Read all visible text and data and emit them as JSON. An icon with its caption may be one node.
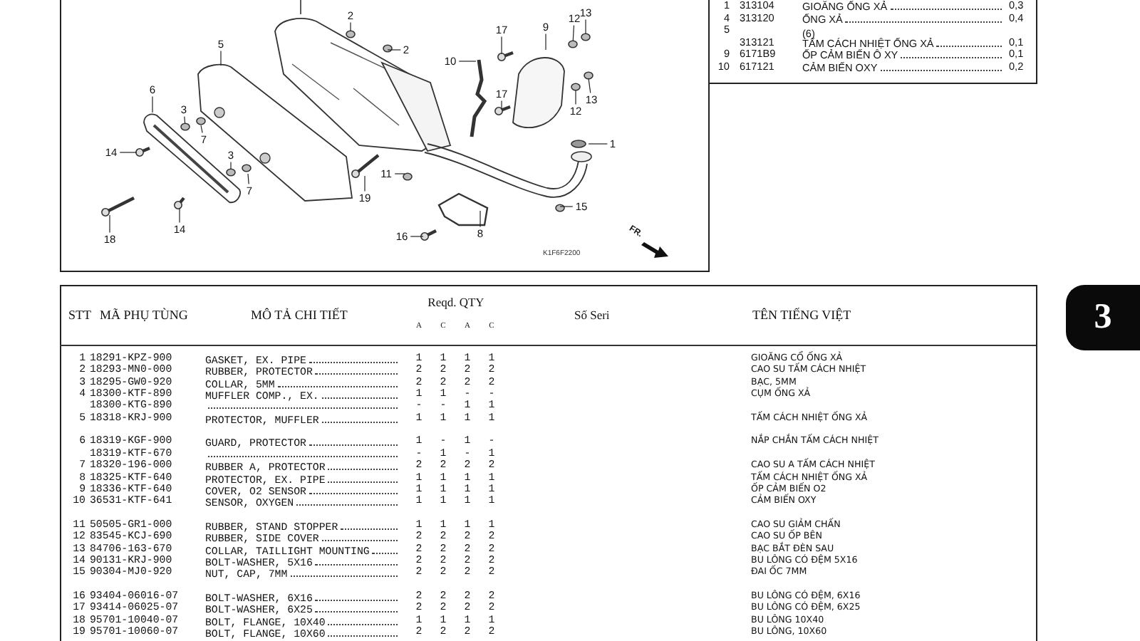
{
  "diagram": {
    "nodes": [
      {
        "text": [
          "2"
        ]
      },
      {
        "text": [
          "13"
        ]
      },
      {
        "text": [
          "12"
        ]
      },
      {
        "text": [
          "9"
        ]
      },
      {
        "text": [
          "17"
        ]
      },
      {
        "text": [
          "5"
        ]
      },
      {
        "text": [
          "2"
        ]
      },
      {
        "text": [
          "10"
        ]
      },
      {
        "text": [
          "6"
        ]
      },
      {
        "text": [
          "17"
        ]
      },
      {
        "text": [
          "13"
        ]
      },
      {
        "text": [
          "3"
        ]
      },
      {
        "text": [
          "12"
        ]
      },
      {
        "text": [
          "7"
        ]
      },
      {
        "text": [
          "1"
        ]
      },
      {
        "text": [
          "14"
        ]
      },
      {
        "text": [
          "3"
        ]
      },
      {
        "text": [
          "11"
        ]
      },
      {
        "text": [
          "7"
        ]
      },
      {
        "text": [
          "19"
        ]
      },
      {
        "text": [
          "15"
        ]
      },
      {
        "text": [
          "14"
        ]
      },
      {
        "text": [
          "8"
        ]
      },
      {
        "text": [
          "16"
        ]
      },
      {
        "text": [
          "18"
        ]
      },
      {
        "text": [
          "3"
        ]
      },
      {
        "text": [],
        "shape": "circle"
      },
      {
        "text": [],
        "shape": "circle"
      },
      {
        "text": [],
        "shape": "circle"
      },
      {
        "text": [],
        "shape": "circle"
      },
      {
        "text": [],
        "shape": "picture"
      },
      {
        "text": [],
        "shape": "circle"
      }
    ],
    "edges": [
      {
        "from": 0,
        "to": null,
        "arrow": "none"
      },
      {
        "from": 1,
        "to": 26,
        "arrow": "none"
      },
      {
        "from": 2,
        "to": 27,
        "arrow": "none"
      },
      {
        "from": 3,
        "to": null,
        "arrow": "none"
      },
      {
        "from": 4,
        "to": null,
        "arrow": "none"
      },
      {
        "from": 5,
        "to": null,
        "arrow": "none"
      },
      {
        "from": 6,
        "to": null,
        "arrow": "none"
      },
      {
        "from": 7,
        "to": null,
        "arrow": "none"
      },
      {
        "from": 8,
        "to": null,
        "arrow": "none"
      },
      {
        "from": 9,
        "to": null,
        "arrow": "none"
      },
      {
        "from": 10,
        "to": null,
        "arrow": "none"
      },
      {
        "from": 11,
        "to": 29,
        "arrow": "none"
      },
      {
        "from": 12,
        "to": 28,
        "arrow": "none"
      },
      {
        "from": 13,
        "to": null,
        "arrow": "none"
      },
      {
        "from": 14,
        "to": null,
        "arrow": "none"
      },
      {
        "from": 15,
        "to": null,
        "arrow": "none"
      },
      {
        "from": 16,
        "to": 31,
        "arrow": "none"
      },
      {
        "from": 17,
        "to": null,
        "arrow": "none"
      },
      {
        "from": 18,
        "to": null,
        "arrow": "none"
      },
      {
        "from": 19,
        "to": 30,
        "arrow": "none"
      },
      {
        "from": 20,
        "to": null,
        "arrow": "none"
      },
      {
        "from": 21,
        "to": null,
        "arrow": "none"
      },
      {
        "from": 22,
        "to": null,
        "arrow": "none"
      },
      {
        "from": 23,
        "to": null,
        "arrow": "none"
      },
      {
        "from": 24,
        "to": null,
        "arrow": "none"
      }
    ],
    "labels": [
      "1",
      "313104",
      "GIOĂNG ỐNG XẢ",
      "0,3",
      "4",
      "313120",
      "ỐNG XẢ",
      "0,4",
      "5",
      "(6)",
      "313121",
      "TẤM CÁCH NHIỆT ỐNG XẢ",
      "0,1",
      "9",
      "6171B9",
      "ỐP CẢM BIẾN Ô XY",
      "0,1",
      "10",
      "617121",
      "CẢM BIẾN OXY",
      "0,2",
      "K1F6F2200",
      "FR.",
      "STT",
      "MÃ PHỤ TÙNG",
      "MÔ TẢ CHI TIẾT",
      "Reqd. QTY",
      "A",
      "C",
      "A",
      "C",
      "Số Seri",
      "TÊN TIẾNG VIỆT",
      "1",
      "18291-KPZ-900",
      "GASKET, EX. PIPE",
      "1",
      "1",
      "1",
      "1",
      "GIOĂNG CỔ ỐNG XẢ",
      "2",
      "18293-MN0-000",
      "RUBBER, PROTECTOR",
      "2",
      "2",
      "2",
      "2",
      "CAO SU TẤM CÁCH NHIỆT",
      "3",
      "18295-GW0-920",
      "COLLAR, 5MM",
      "2",
      "2",
      "2",
      "2",
      "BẠC, 5MM",
      "4",
      "18300-KTF-890",
      "MUFFLER COMP., EX.",
      "1",
      "1",
      "-",
      "-",
      "CỤM ỐNG XẢ",
      "18300-KTG-890",
      "-",
      "-",
      "1",
      "1",
      "5",
      "18318-KRJ-900",
      "PROTECTOR, MUFFLER",
      "1",
      "1",
      "1",
      "1",
      "TẤM CÁCH NHIỆT ỐNG XẢ",
      "6",
      "18319-KGF-900",
      "GUARD, PROTECTOR",
      "1",
      "-",
      "1",
      "-",
      "NẮP CHẮN TẤM CÁCH NHIỆT",
      "18319-KTF-670",
      "-",
      "1",
      "-",
      "1",
      "7",
      "18320-196-000",
      "RUBBER A, PROTECTOR",
      "2",
      "2",
      "2",
      "2",
      "CAO SU A TẤM CÁCH NHIỆT",
      "8",
      "18325-KTF-640",
      "PROTECTOR, EX. PIPE",
      "1",
      "1",
      "1",
      "1",
      "TẤM CÁCH NHIỆT ỐNG XẢ",
      "9",
      "18336-KTF-640",
      "COVER, O2 SENSOR",
      "1",
      "1",
      "1",
      "1",
      "ỐP CẢM BIẾN O2",
      "10",
      "36531-KTF-641",
      "SENSOR, OXYGEN",
      "1",
      "1",
      "1",
      "1",
      "CẢM BIẾN OXY",
      "11",
      "50505-GR1-000",
      "RUBBER, STAND STOPPER",
      "1",
      "1",
      "1",
      "1",
      "CAO SU GIẢM CHẤN",
      "12",
      "83545-KCJ-690",
      "RUBBER, SIDE COVER",
      "2",
      "2",
      "2",
      "2",
      "CAO SU ỐP BÊN",
      "13",
      "84706-163-670",
      "COLLAR, TAILLIGHT MOUNTING",
      "2",
      "2",
      "2",
      "2",
      "BẠC BẮT ĐÈN SAU",
      "14",
      "90131-KRJ-900",
      "BOLT-WASHER, 5X16",
      "2",
      "2",
      "2",
      "2",
      "BU LÔNG CÓ ĐỆM 5X16",
      "15",
      "90304-MJ0-920",
      "NUT, CAP, 7MM",
      "2",
      "2",
      "2",
      "2",
      "ĐAI ỐC 7MM",
      "16",
      "93404-06016-07",
      "BOLT-WASHER, 6X16",
      "2",
      "2",
      "2",
      "2",
      "BU LÔNG CÓ ĐỆM, 6X16",
      "17",
      "93414-06025-07",
      "BOLT-WASHER, 6X25",
      "2",
      "2",
      "2",
      "2",
      "BU LÔNG CÓ ĐỆM, 6X25",
      "18",
      "95701-10040-07",
      "BOLT, FLANGE, 10X40",
      "1",
      "1",
      "1",
      "1",
      "BU LÔNG 10X40",
      "19",
      "95701-10060-07",
      "BOLT, FLANGE, 10X60",
      "2",
      "2",
      "2",
      "2",
      "BU LÔNG, 10X60"
    ]
  }
}
